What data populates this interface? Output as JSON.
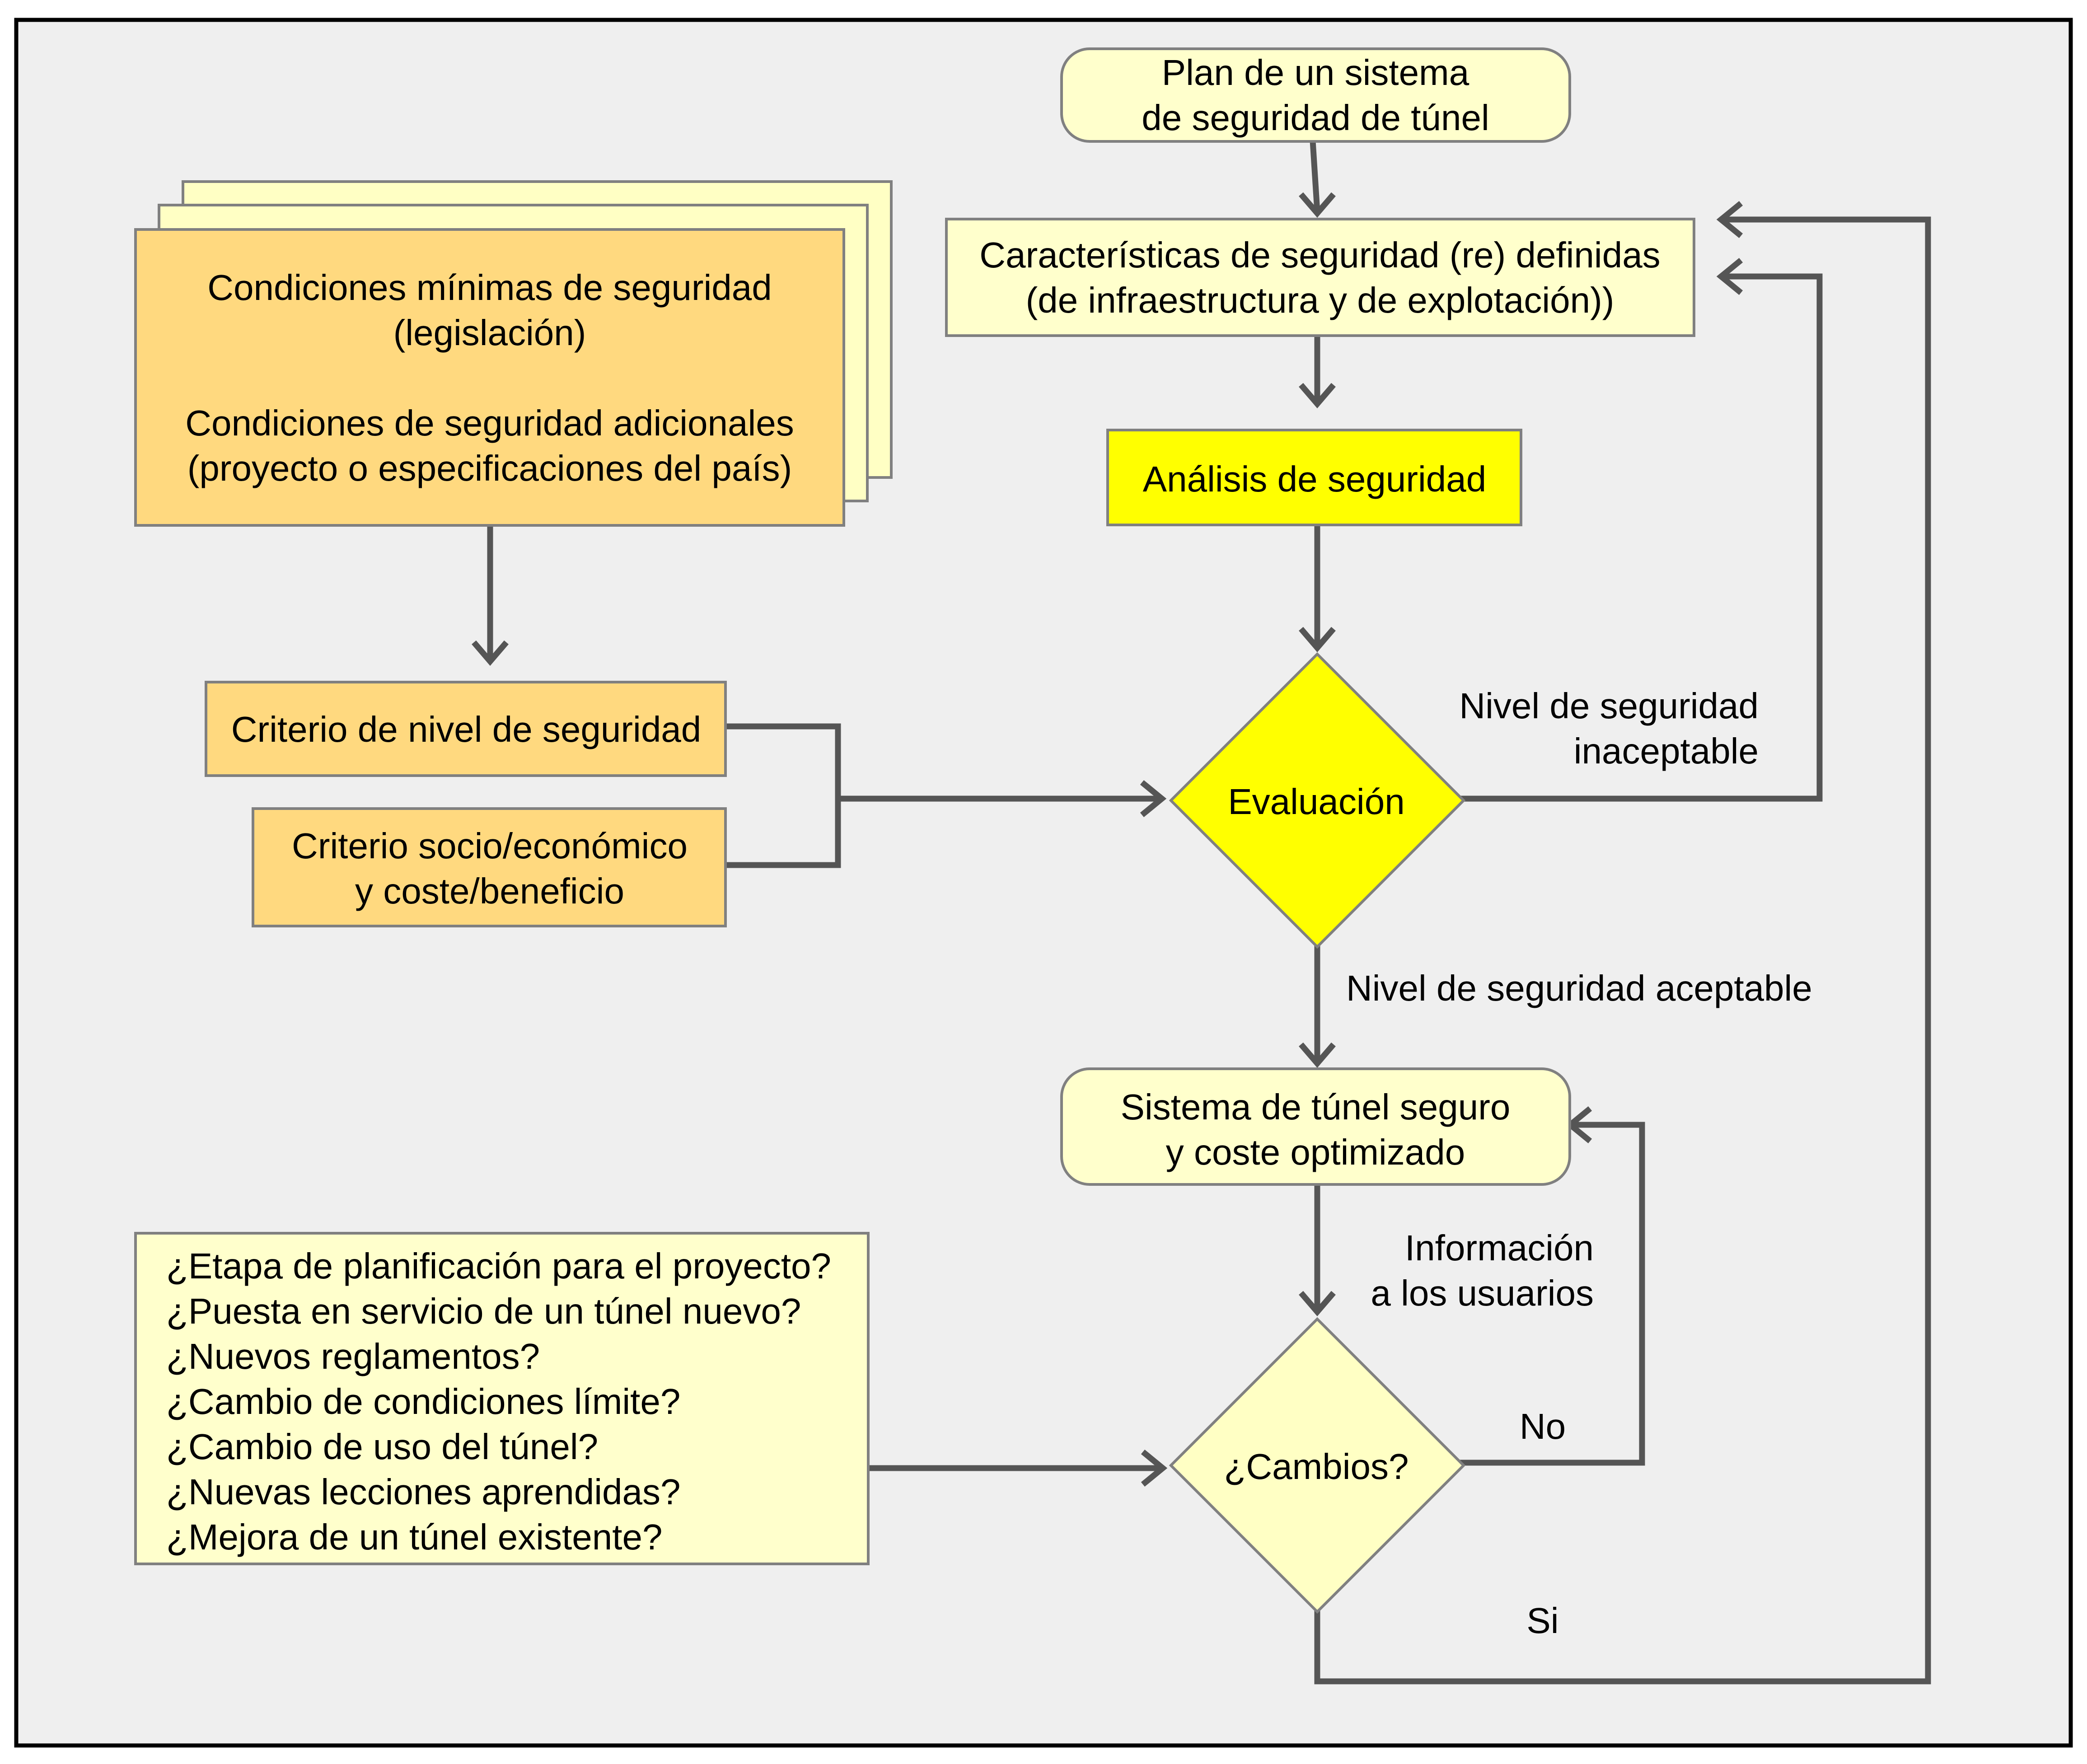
{
  "colors": {
    "background": "#efefef",
    "frame": "#000000",
    "connector": "#555555",
    "box_border": "#808080",
    "pale_yellow": "#ffffcc",
    "light_yellow": "#ffffc4",
    "orange": "#ffd97f",
    "bright_yellow": "#ffff00"
  },
  "nodes": {
    "start": {
      "lines": [
        "Plan de un sistema",
        "de seguridad de túnel"
      ]
    },
    "characteristics": {
      "lines": [
        "Características de seguridad (re) definidas",
        "(de infraestructura y de explotación))"
      ]
    },
    "analysis": {
      "lines": [
        "Análisis de seguridad"
      ]
    },
    "conditions": {
      "lines": [
        "Condiciones mínimas de seguridad",
        "(legislación)",
        "",
        "Condiciones de seguridad adicionales",
        "(proyecto o especificaciones del país)"
      ]
    },
    "criterion_safety": {
      "lines": [
        "Criterio de nivel de seguridad"
      ]
    },
    "criterion_socio": {
      "lines": [
        "Criterio socio/económico",
        "y coste/beneficio"
      ]
    },
    "evaluation": {
      "lines": [
        "Evaluación"
      ]
    },
    "safe_system": {
      "lines": [
        "Sistema de túnel seguro",
        "y coste optimizado"
      ]
    },
    "changes": {
      "lines": [
        "¿Cambios?"
      ]
    },
    "questions": {
      "lines": [
        "¿Etapa de planificación para el proyecto?",
        "¿Puesta en servicio de un túnel nuevo?",
        "¿Nuevos reglamentos?",
        "¿Cambio de condiciones límite?",
        "¿Cambio de uso del túnel?",
        "¿Nuevas lecciones aprendidas?",
        "¿Mejora de un túnel existente?"
      ]
    }
  },
  "labels": {
    "unacceptable": [
      "Nivel de seguridad",
      "inaceptable"
    ],
    "acceptable": [
      "Nivel de seguridad aceptable"
    ],
    "user_info": [
      "Información",
      "a los usuarios"
    ],
    "no": [
      "No"
    ],
    "yes": [
      "Si"
    ]
  }
}
